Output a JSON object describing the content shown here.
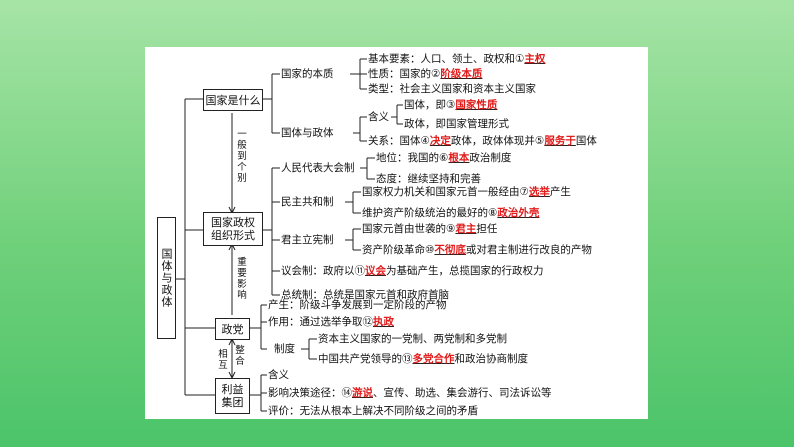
{
  "root": "国体与政体",
  "nodes": {
    "guojia": "国家是什么",
    "zhengquan": "国家政权组织形式",
    "zhengdang": "政党",
    "liyi": "利益集团"
  },
  "connectors": {
    "yiban": "一般到个别",
    "zhongyao": "重要影响",
    "zhenghe": "整合",
    "xianghu": "相互"
  },
  "guojia_branch": {
    "benzhi": "国家的本质",
    "benzhi_items": {
      "jiben_pre": "基本要素：人口、领土、政权和①",
      "jiben_hl": "主权",
      "xingzhi_pre": "性质：国家的②",
      "xingzhi_hl": "阶级本质",
      "leixing": "类型：社会主义国家和资本主义国家"
    },
    "guotizhengti": "国体与政体",
    "hanyi": "含义",
    "guoti_pre": "国体，即③",
    "guoti_hl": "国家性质",
    "zhengti": "政体，即国家管理形式",
    "guanxi_a": "关系：国体④",
    "guanxi_hl1": "决定",
    "guanxi_b": "政体，政体体现并⑤",
    "guanxi_hl2": "服务于",
    "guanxi_c": "国体"
  },
  "zhengquan_branch": {
    "renda": "人民代表大会制",
    "diwei_pre": "地位：我国的⑥",
    "diwei_hl": "根本",
    "diwei_post": "政治制度",
    "taidu": "态度：继续坚持和完善",
    "minzhu": "民主共和制",
    "mz1_pre": "国家权力机关和国家元首一般经由⑦",
    "mz1_hl": "选举",
    "mz1_post": "产生",
    "mz2_pre": "维护资产阶级统治的最好的⑧",
    "mz2_hl": "政治外壳",
    "junzhu": "君主立宪制",
    "jz1_pre": "国家元首由世袭的⑨",
    "jz1_hl": "君主",
    "jz1_post": "担任",
    "jz2_pre": "资产阶级革命⑩",
    "jz2_hl": "不彻底",
    "jz2_post": "或对君主制进行改良的产物",
    "yihui_pre": "议会制：政府以⑪",
    "yihui_hl": "议会",
    "yihui_post": "为基础产生，总揽国家的行政权力",
    "zongtong": "总统制：总统是国家元首和政府首脑"
  },
  "zhengdang_branch": {
    "chansheng": "产生：阶级斗争发展到一定阶段的产物",
    "zuoyong_pre": "作用：通过选举争取⑫",
    "zuoyong_hl": "执政",
    "zhidu": "制度",
    "zd1": "资本主义国家的一党制、两党制和多党制",
    "zd2_pre": "中国共产党领导的⑬",
    "zd2_hl": "多党合作",
    "zd2_post": "和政治协商制度"
  },
  "liyi_branch": {
    "hanyi": "含义",
    "tujing_pre": "影响决策途径：⑭",
    "tujing_hl": "游说",
    "tujing_post": "、宣传、助选、集会游行、司法诉讼等",
    "pingjia": "评价：无法从根本上解决不同阶级之间的矛盾"
  }
}
